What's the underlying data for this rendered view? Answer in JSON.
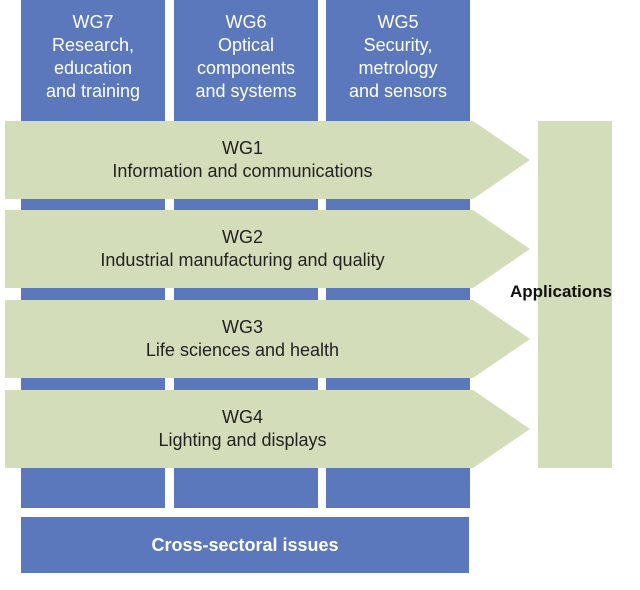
{
  "working_groups": [
    {
      "text": "WG7\nResearch,\neducation\nand training"
    },
    {
      "text": "WG6\nOptical\ncomponents\nand systems"
    },
    {
      "text": "WG5\nSecurity,\nmetrology\nand sensors"
    }
  ],
  "sectors": [
    {
      "id": "WG1",
      "label": "Information and communications"
    },
    {
      "id": "WG2",
      "label": "Industrial manufacturing and quality"
    },
    {
      "id": "WG3",
      "label": "Life sciences and health"
    },
    {
      "id": "WG4",
      "label": "Lighting and displays"
    }
  ],
  "applications_label": "Applications",
  "cross_sectoral_label": "Cross-sectoral issues",
  "colors": {
    "column_blue": "#5b78bd",
    "arrow_green": "#d4ddba"
  }
}
